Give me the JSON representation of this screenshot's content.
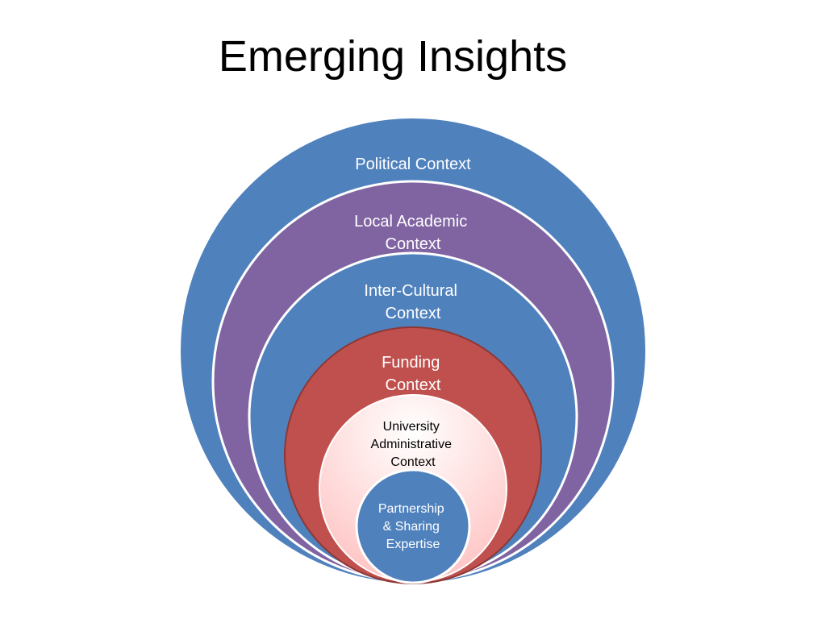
{
  "slide": {
    "title": "Emerging Insights"
  },
  "diagram": {
    "type": "nested-circles",
    "levels": [
      {
        "id": "political",
        "lines": [
          "Political Context"
        ],
        "color": "#4f81bd",
        "text_color": "#ffffff"
      },
      {
        "id": "local-academic",
        "lines": [
          "Local Academic",
          "Context"
        ],
        "color": "#8064a2",
        "text_color": "#ffffff"
      },
      {
        "id": "inter-cultural",
        "lines": [
          "Inter-Cultural",
          "Context"
        ],
        "color": "#4f81bd",
        "text_color": "#ffffff"
      },
      {
        "id": "funding",
        "lines": [
          "Funding",
          "Context"
        ],
        "color": "#c0504d",
        "text_color": "#ffffff"
      },
      {
        "id": "university-admin",
        "lines": [
          "University",
          "Administrative",
          "Context"
        ],
        "color": "#ffd0d0",
        "text_color": "#000000"
      },
      {
        "id": "partnership",
        "lines": [
          "Partnership",
          "& Sharing",
          "Expertise"
        ],
        "color": "#4f81bd",
        "text_color": "#ffffff"
      }
    ]
  }
}
